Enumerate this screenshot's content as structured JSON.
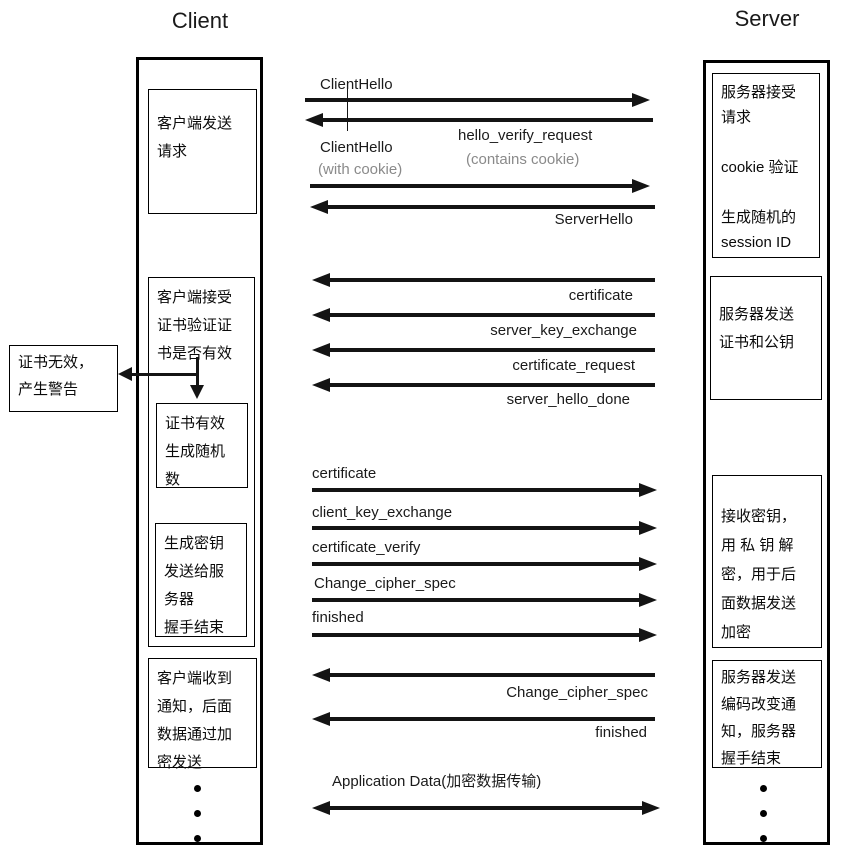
{
  "titles": {
    "client": "Client",
    "server": "Server"
  },
  "client_column": {
    "boxes": [
      {
        "name": "client-send-request",
        "text": "客户端发送\n请求"
      },
      {
        "name": "client-accept-cert",
        "text": "客户端接受\n证书验证证\n书是否有效"
      },
      {
        "name": "cert-valid",
        "text": "证书有效\n生成随机\n数"
      },
      {
        "name": "generate-key",
        "text": "生成密钥\n发送给服\n务器\n握手结束"
      },
      {
        "name": "client-notified",
        "text": "客户端收到\n通知，后面\n数据通过加\n密发送"
      }
    ]
  },
  "server_column": {
    "boxes": [
      {
        "name": "server-accept-request",
        "text": "服务器接受\n请求\n\ncookie 验证\n\n生成随机的\nsession ID"
      },
      {
        "name": "server-send-cert",
        "text": "服务器发送\n证书和公钥"
      },
      {
        "name": "server-receive-key",
        "text": "接收密钥，\n用 私 钥 解\n密，用于后\n面数据发送\n加密"
      },
      {
        "name": "server-change-cipher",
        "text": "服务器发送\n编码改变通\n知，服务器\n握手结束"
      }
    ]
  },
  "warning_box": {
    "text": "证书无效，\n产生警告"
  },
  "messages": [
    {
      "label": "ClientHello",
      "sub": "",
      "dir": "right"
    },
    {
      "label": "hello_verify_request",
      "sub": "(contains cookie)",
      "dir": "left"
    },
    {
      "label": "ClientHello",
      "sub": "(with cookie)",
      "dir": "right"
    },
    {
      "label": "ServerHello",
      "sub": "",
      "dir": "left"
    },
    {
      "label": "certificate",
      "sub": "",
      "dir": "left"
    },
    {
      "label": "server_key_exchange",
      "sub": "",
      "dir": "left"
    },
    {
      "label": "certificate_request",
      "sub": "",
      "dir": "left"
    },
    {
      "label": "server_hello_done",
      "sub": "",
      "dir": "left"
    },
    {
      "label": "certificate",
      "sub": "",
      "dir": "right"
    },
    {
      "label": "client_key_exchange",
      "sub": "",
      "dir": "right"
    },
    {
      "label": "certificate_verify",
      "sub": "",
      "dir": "right"
    },
    {
      "label": "Change_cipher_spec",
      "sub": "",
      "dir": "right"
    },
    {
      "label": "finished",
      "sub": "",
      "dir": "right"
    },
    {
      "label": "Change_cipher_spec",
      "sub": "",
      "dir": "left"
    },
    {
      "label": "finished",
      "sub": "",
      "dir": "left"
    },
    {
      "label": "Application Data(加密数据传输)",
      "sub": "",
      "dir": "both"
    }
  ],
  "colors": {
    "line": "#141414",
    "muted": "#8a8a8a",
    "background": "#ffffff"
  }
}
